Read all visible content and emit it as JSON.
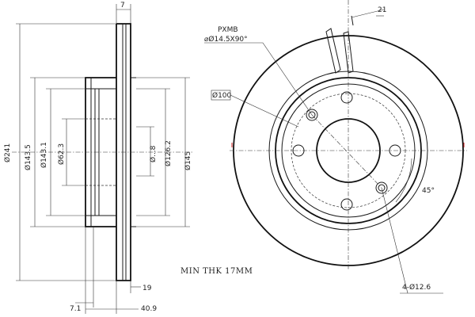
{
  "side_view": {
    "dims": {
      "top_width": "7",
      "d241": "Ø241",
      "d143_5": "Ø143.5",
      "d143_1": "Ø143.1",
      "d62_3": "Ø62.3",
      "d126_2": "Ø126.2",
      "d145": "Ø145",
      "d_small": "Ø...8",
      "offset_19": "19",
      "offset_7_1": "7.1",
      "height_40_9": "40.9"
    }
  },
  "front_view": {
    "note_text": "MIN THK 17MM",
    "bolt_label": "4-Ø12.6",
    "pcd_label": "Ø100",
    "angle_label": "45°",
    "chamfer_line1": "PXMB",
    "chamfer_line2": "⌀Ø14.5X90°",
    "slot_label": "21"
  }
}
